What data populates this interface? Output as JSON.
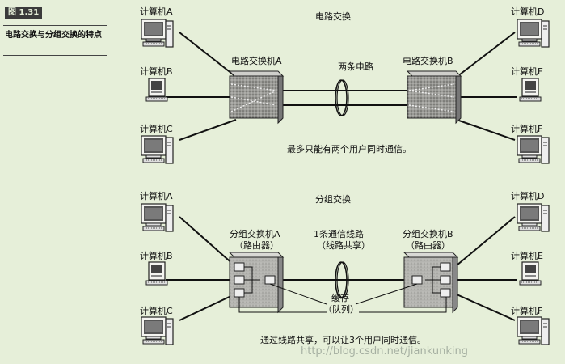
{
  "figure": {
    "number": "图 1.31",
    "caption": "电路交换与分组交换的特点"
  },
  "circuit": {
    "title": "电路交换",
    "switch_a": "电路交换机A",
    "switch_b": "电路交换机B",
    "link_label": "两条电路",
    "note": "最多只能有两个用户同时通信。",
    "left_hosts": [
      "计算机A",
      "计算机B",
      "计算机C"
    ],
    "right_hosts": [
      "计算机D",
      "计算机E",
      "计算机F"
    ]
  },
  "packet": {
    "title": "分组交换",
    "switch_a": "分组交换机A",
    "switch_a_sub": "（路由器）",
    "switch_b": "分组交换机B",
    "switch_b_sub": "（路由器）",
    "link_label": "1条通信线路",
    "link_label_sub": "（线路共享）",
    "buffer_label": "缓存",
    "buffer_label_sub": "（队列）",
    "note": "通过线路共享，可以让3个用户同时通信。",
    "left_hosts": [
      "计算机A",
      "计算机B",
      "计算机C"
    ],
    "right_hosts": [
      "计算机D",
      "计算机E",
      "计算机F"
    ]
  },
  "watermark": "http://blog.csdn.net/jiankunking"
}
